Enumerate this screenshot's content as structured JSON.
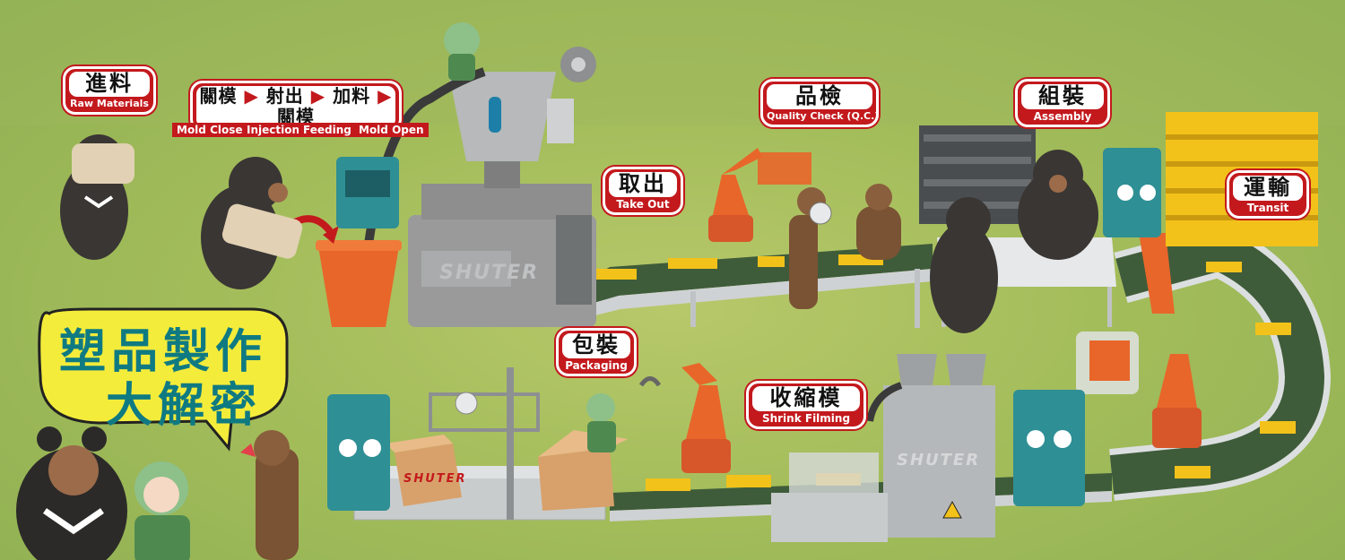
{
  "title": {
    "line1": "塑品製作",
    "line2": "大解密"
  },
  "stages": {
    "raw_materials": {
      "zh": "進料",
      "en": "Raw Materials"
    },
    "cycle": {
      "zh": [
        "關模",
        "射出",
        "加料",
        "關模"
      ],
      "en": [
        "Mold Close",
        "Injection",
        "Feeding",
        "Mold Open"
      ]
    },
    "take_out": {
      "zh": "取出",
      "en": "Take Out"
    },
    "qc": {
      "zh": "品檢",
      "en": "Quality Check (Q.C.)"
    },
    "assembly": {
      "zh": "組裝",
      "en": "Assembly"
    },
    "transit": {
      "zh": "運輸",
      "en": "Transit"
    },
    "packaging": {
      "zh": "包裝",
      "en": "Packaging"
    },
    "shrink": {
      "zh": "收縮模",
      "en": "Shrink Filming"
    }
  },
  "brand": {
    "machine": "SHUTER",
    "box": "SHUTER"
  },
  "colors": {
    "sign_red": "#c3191d",
    "grass": "#a4bd5b",
    "bubble_yellow": "#f4ec3b",
    "title_teal": "#0f7a82",
    "robot_orange": "#e8662a",
    "machine_gray": "#9a9a9a",
    "product_yellow": "#f2c21a"
  }
}
